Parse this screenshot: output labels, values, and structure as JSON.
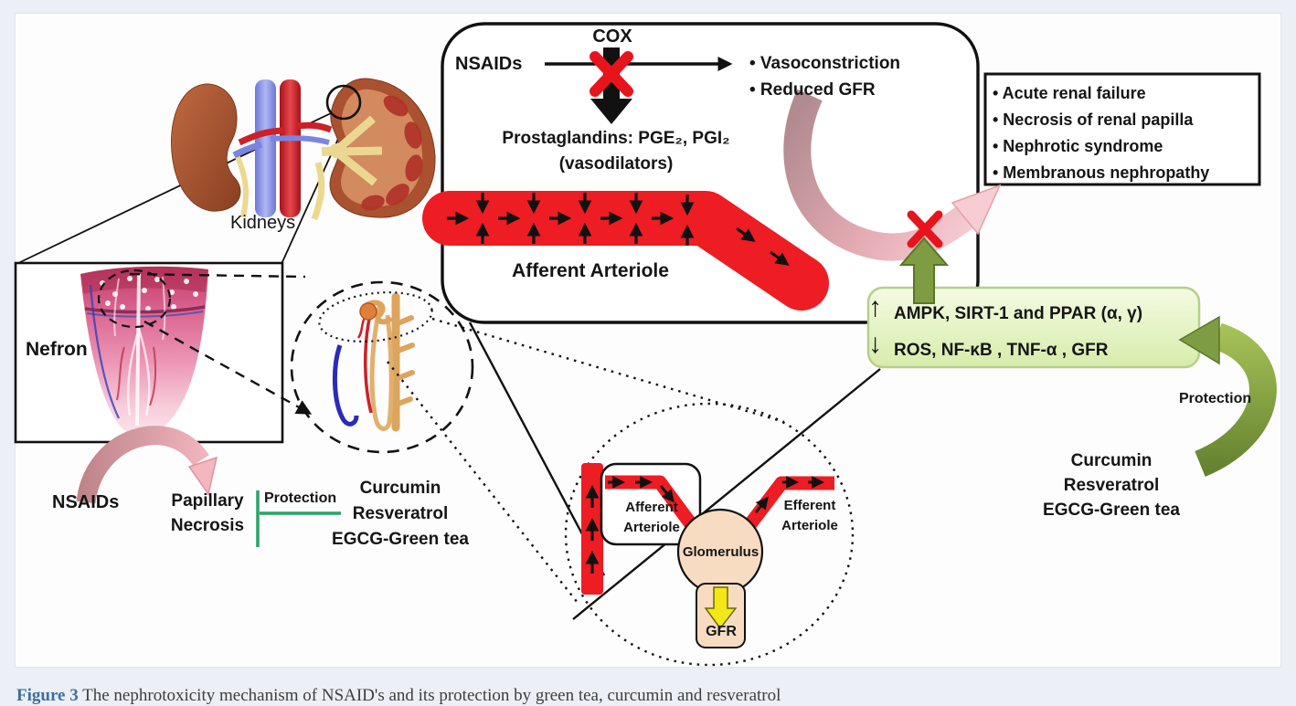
{
  "page": {
    "background": "#edeff6",
    "panel_background": "#fdfdfe"
  },
  "caption": {
    "figure_label": "Figure 3",
    "text": " The nephrotoxicity mechanism of NSAID's and its protection by green tea, curcumin and resveratrol",
    "label_color": "#3c6f9e"
  },
  "top_box": {
    "nsaids": "NSAIDs",
    "cox": "COX",
    "outcomes": [
      "• Vasoconstriction",
      "• Reduced GFR"
    ],
    "prostaglandins_line1": "Prostaglandins: PGE₂, PGI₂",
    "prostaglandins_line2": "(vasodilators)",
    "vessel_label": "Afferent Arteriole"
  },
  "complications": {
    "items": [
      "• Acute renal failure",
      "• Necrosis of renal papilla",
      "• Nephrotic syndrome",
      "• Membranous nephropathy"
    ]
  },
  "mediators": {
    "up_icon": "↑",
    "line_up": "AMPK, SIRT-1 and PPAR (α, γ)",
    "down_icon": "↓",
    "line_down": "ROS,  NF-κB , TNF-α , GFR"
  },
  "protection_right": {
    "label": "Protection",
    "agents": [
      "Curcumin",
      "Resveratrol",
      "EGCG-Green tea"
    ]
  },
  "kidneys": {
    "label": "Kidneys"
  },
  "nephron_box": {
    "label": "Nefron"
  },
  "papillary": {
    "nsaids": "NSAIDs",
    "target_line1": "Papillary",
    "target_line2": "Necrosis",
    "protection": "Protection",
    "agents": [
      "Curcumin",
      "Resveratrol",
      "EGCG-Green tea"
    ]
  },
  "glomerulus_diagram": {
    "afferent_line1": "Afferent",
    "afferent_line2": "Arteriole",
    "efferent_line1": "Efferent",
    "efferent_line2": "Arteriole",
    "glomerulus": "Glomerulus",
    "gfr": "GFR"
  },
  "colors": {
    "vessel_red": "#ee1c23",
    "block_x_red": "#e8141c",
    "protection_bar_green": "#27a567",
    "green_arrow": "#7e9c41",
    "mediator_box_fill": "#e4f3c0",
    "mediator_box_border": "#b6cf8a",
    "pink_arrow": "#f7cdd4",
    "glomerulus_fill": "#f8dcc2",
    "gfr_arrow_yellow": "#f2e719"
  }
}
